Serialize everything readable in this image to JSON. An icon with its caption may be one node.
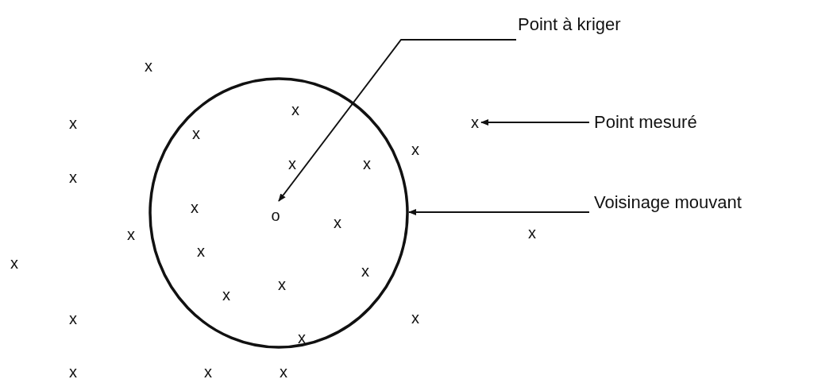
{
  "diagram": {
    "nodes": [
      {
        "text": [
          "Point à kriger"
        ]
      },
      {
        "text": [],
        "shape": "circle"
      },
      {
        "text": [
          "o"
        ],
        "in": 1
      },
      {
        "text": [
          "Point mesuré"
        ]
      },
      {
        "text": [
          "x"
        ]
      },
      {
        "text": [
          "Voisinage mouvant"
        ]
      }
    ],
    "edges": [
      {
        "from": 0,
        "to": 2,
        "arrow": "to"
      },
      {
        "from": 3,
        "to": 4,
        "arrow": "to"
      },
      {
        "from": 5,
        "to": 1,
        "arrow": "to"
      }
    ],
    "labels": [
      "x",
      "x",
      "x",
      "x",
      "x",
      "x",
      "x",
      "x",
      "x",
      "x",
      "x",
      "x",
      "x",
      "x",
      "x",
      "x",
      "x",
      "x",
      "x",
      "x",
      "x",
      "x",
      "x"
    ]
  }
}
